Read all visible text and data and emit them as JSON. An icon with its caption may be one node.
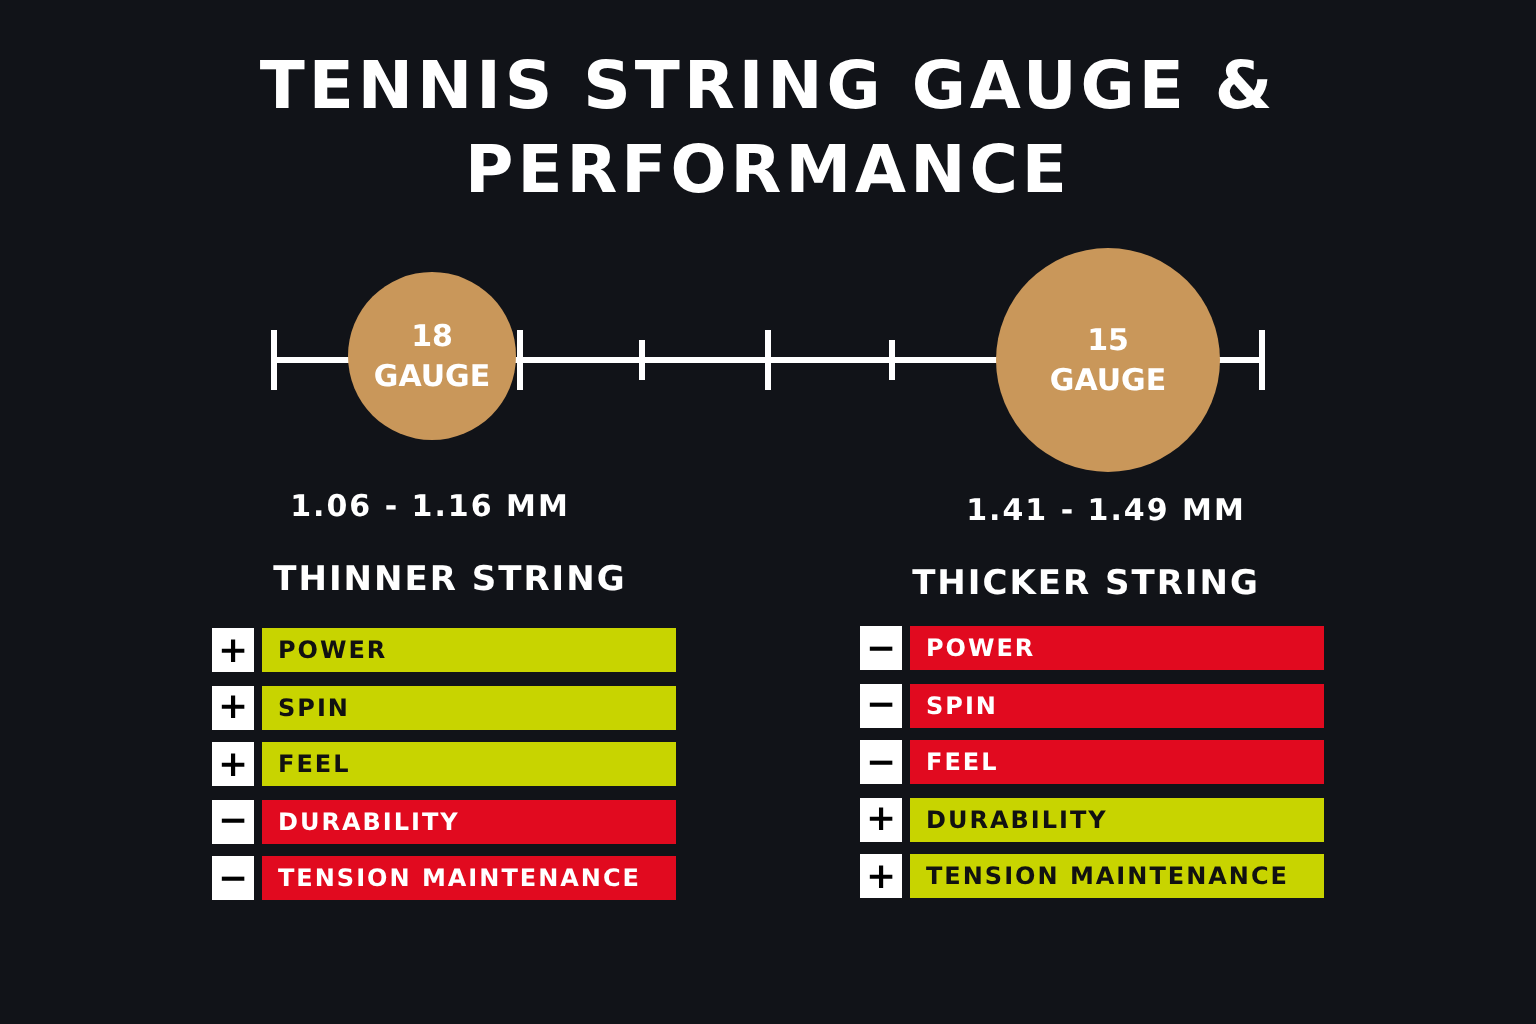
{
  "diagram": {
    "title": "TENNIS STRING GAUGE & PERFORMANCE",
    "nodes": [
      {
        "text": [
          "18 GAUGE"
        ]
      },
      {
        "text": [
          "15 GAUGE"
        ]
      },
      {
        "text": [
          "+"
        ]
      },
      {
        "text": [
          "POWER"
        ]
      },
      {
        "text": [
          "+"
        ]
      },
      {
        "text": [
          "SPIN"
        ]
      },
      {
        "text": [
          "+"
        ]
      },
      {
        "text": [
          "FEEL"
        ]
      },
      {
        "text": [
          "−"
        ]
      },
      {
        "text": [
          "DURABILITY"
        ]
      },
      {
        "text": [
          "−"
        ]
      },
      {
        "text": [
          "TENSION MAINTENANCE"
        ]
      },
      {
        "text": [
          "−"
        ]
      },
      {
        "text": [
          "POWER"
        ]
      },
      {
        "text": [
          "−"
        ]
      },
      {
        "text": [
          "SPIN"
        ]
      },
      {
        "text": [
          "−"
        ]
      },
      {
        "text": [
          "FEEL"
        ]
      },
      {
        "text": [
          "+"
        ]
      },
      {
        "text": [
          "DURABILITY"
        ]
      },
      {
        "text": [
          "+"
        ]
      },
      {
        "text": [
          "TENSION MAINTENANCE"
        ]
      }
    ],
    "edges": [],
    "labels": [
      "1.06 - 1.16 MM",
      "1.41 - 1.49 MM",
      "THINNER STRING",
      "THICKER STRING"
    ]
  }
}
